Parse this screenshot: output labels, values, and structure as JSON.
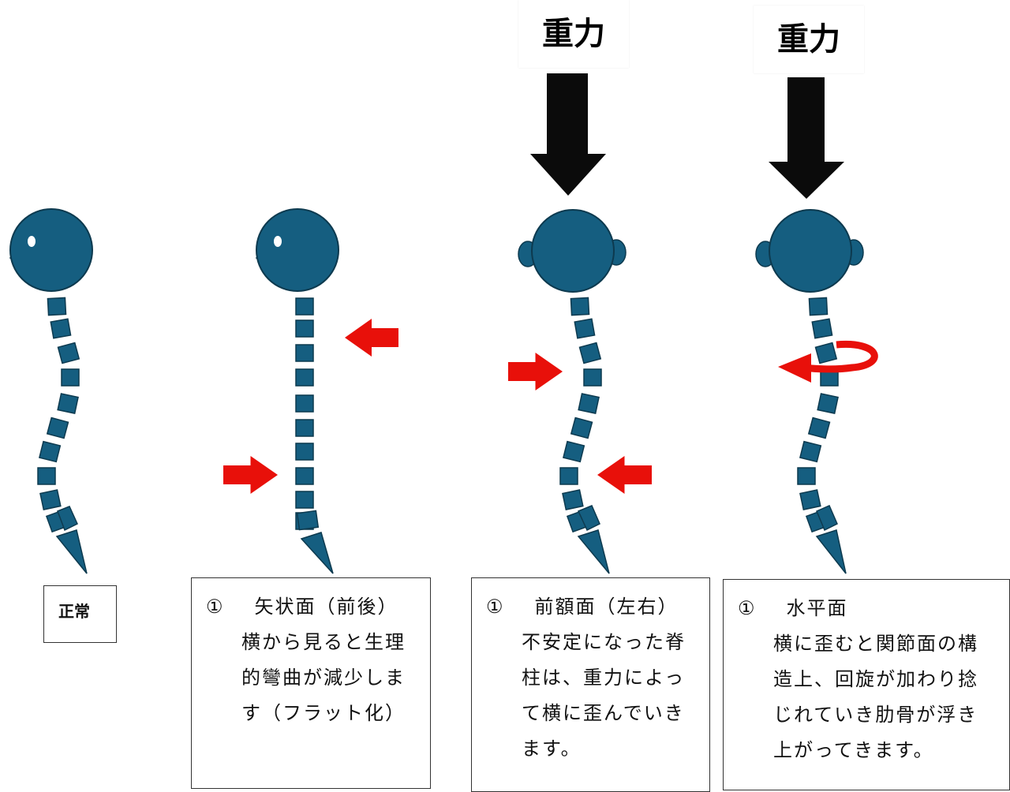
{
  "colors": {
    "spine": "#155e80",
    "outline": "#0d3a4f",
    "arrow_red": "#e8100a",
    "gravity_arrow": "#0b0b0b"
  },
  "gravity_labels": [
    "重力",
    "重力"
  ],
  "normal_label": "正常",
  "panels": [
    {
      "num": "①",
      "title": "矢状面（前後）",
      "lines": [
        "横から見ると生理",
        "的彎曲が減少しま",
        "す（フラット化）"
      ]
    },
    {
      "num": "①",
      "title": "前額面（左右）",
      "lines": [
        "不安定になった脊",
        "柱は、重力によっ",
        "て横に歪んでいき",
        "ます。"
      ]
    },
    {
      "num": "①",
      "title": "水平面",
      "lines": [
        "横に歪むと関節面の構",
        "造上、回旋が加わり捻",
        "じれていき肋骨が浮き",
        "上がってきます。"
      ]
    }
  ]
}
